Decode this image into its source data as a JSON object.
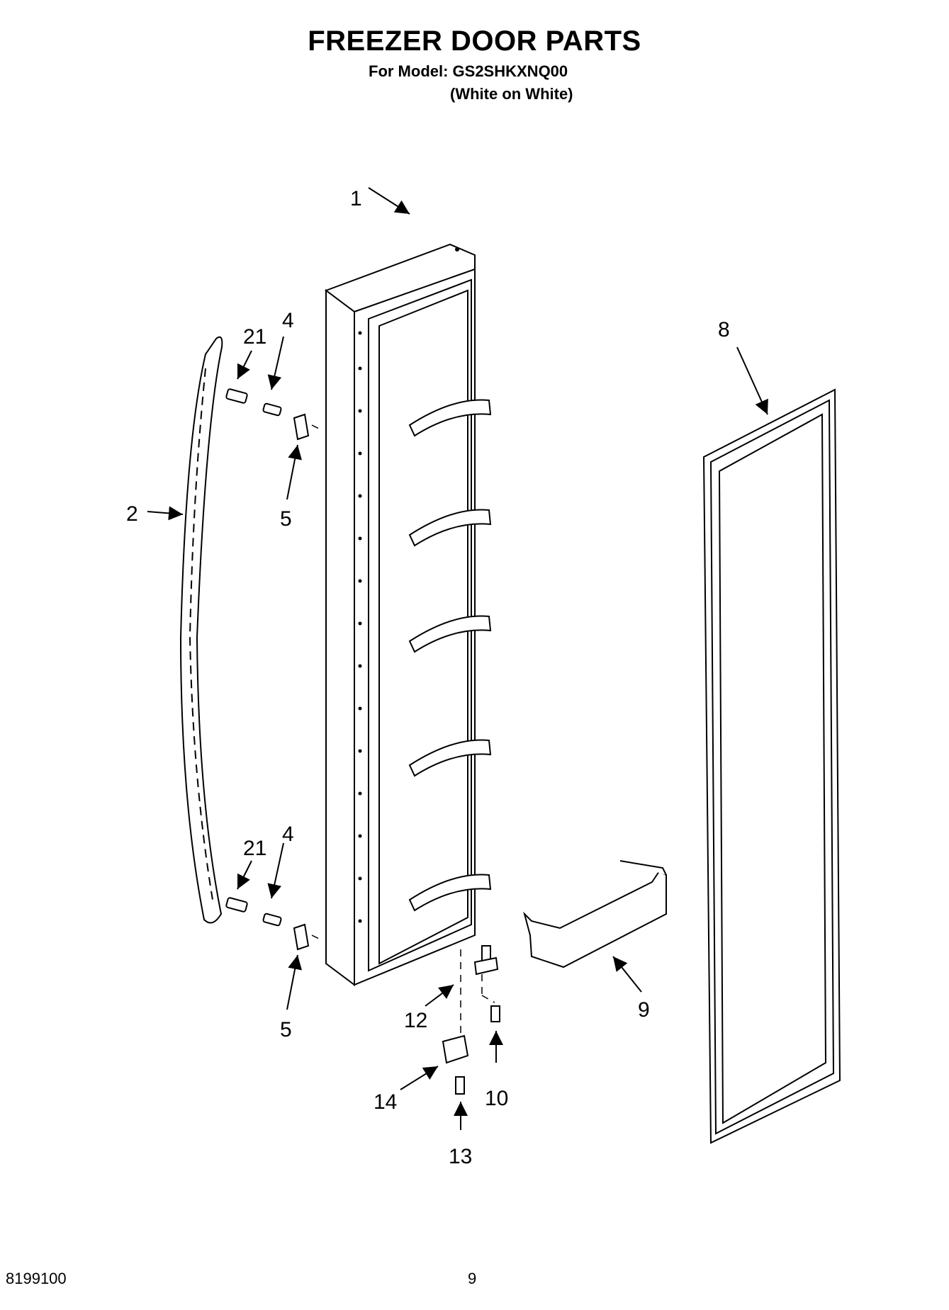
{
  "header": {
    "title": "FREEZER DOOR PARTS",
    "model_line": "For Model: GS2SHKXNQ00",
    "color_line": "(White on White)"
  },
  "callouts": {
    "door": "1",
    "handle": "2",
    "screw_upper": "4",
    "screw_lower": "4",
    "clip_upper": "5",
    "clip_lower": "5",
    "gasket": "8",
    "bin": "9",
    "hinge_screw": "10",
    "hinge_pin": "12",
    "bottom_screw": "13",
    "bracket": "14",
    "bolt_upper": "21",
    "bolt_lower": "21"
  },
  "footer": {
    "part_number": "8199100",
    "page": "9"
  }
}
